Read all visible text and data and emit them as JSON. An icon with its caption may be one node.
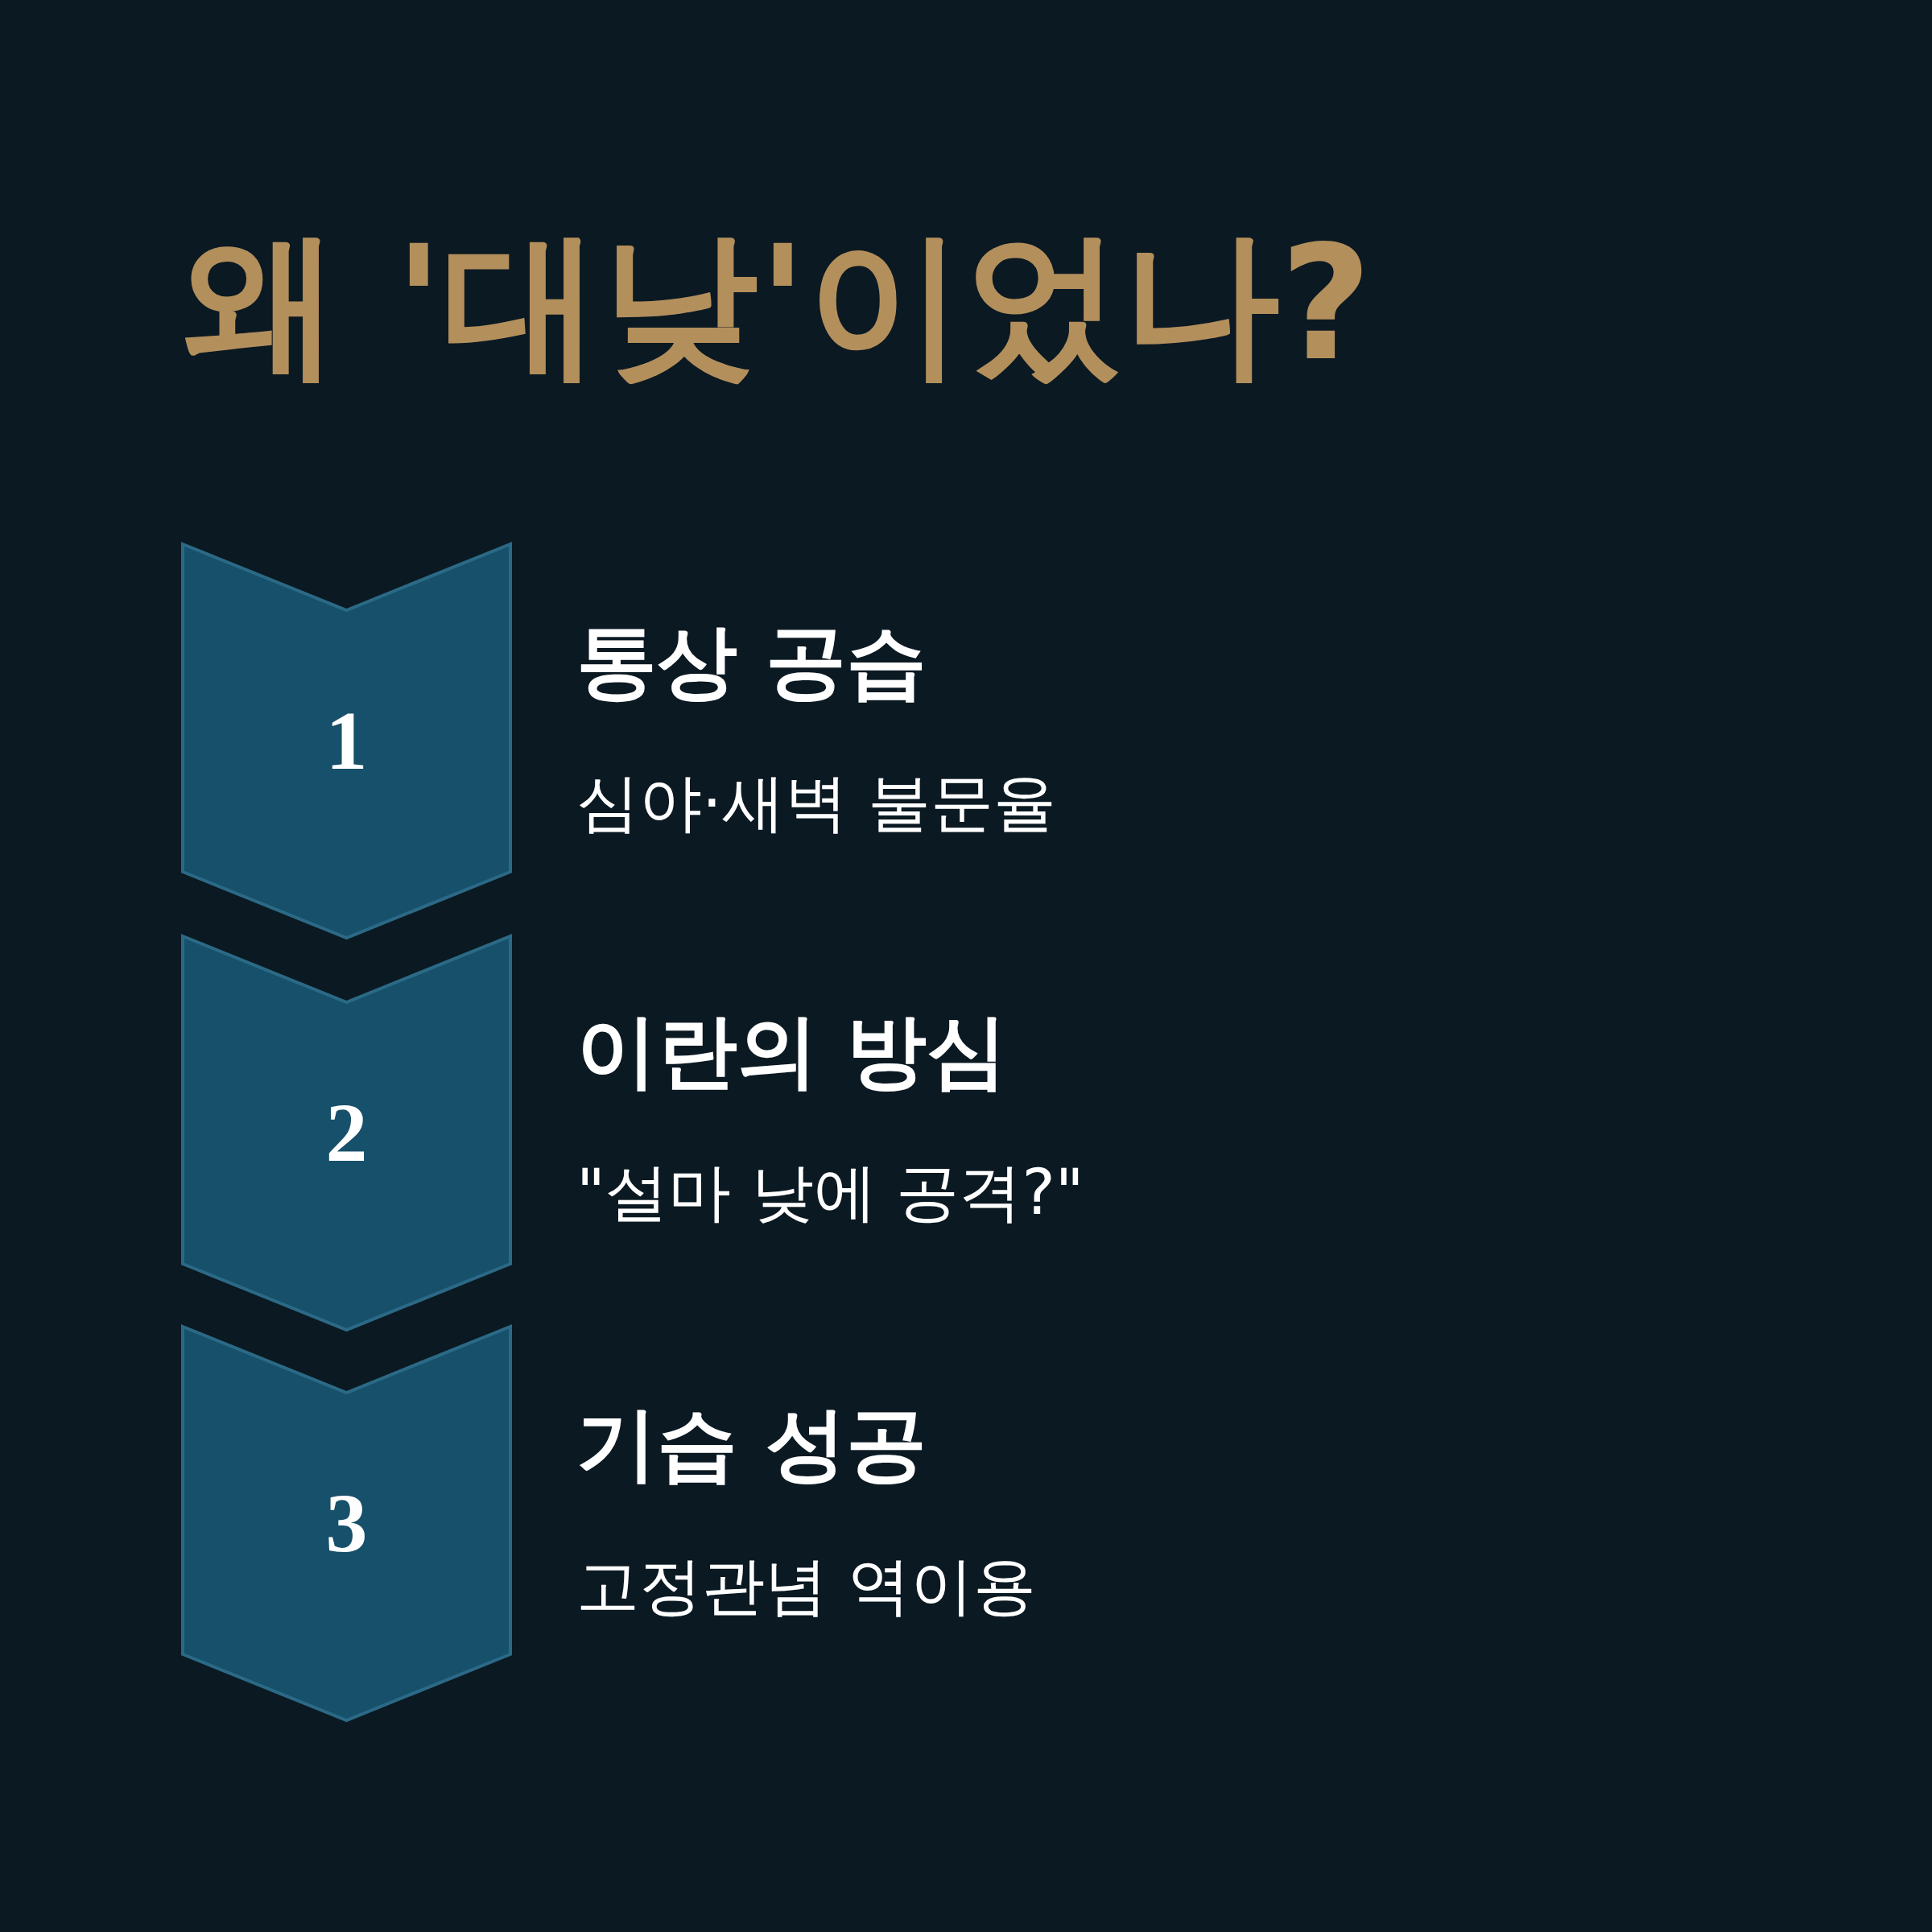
{
  "diagram": {
    "title": "왜 '대낮'이었나?",
    "nodes": [
      {
        "text": [
          "1"
        ],
        "beside": [
          "통상 공습",
          "심야·새벽 불문율"
        ]
      },
      {
        "text": [
          "2"
        ],
        "beside": [
          "이란의 방심",
          "\"설마 낮에 공격?\""
        ]
      },
      {
        "text": [
          "3"
        ],
        "beside": [
          "기습 성공",
          "고정관념 역이용"
        ]
      }
    ],
    "edges": []
  }
}
